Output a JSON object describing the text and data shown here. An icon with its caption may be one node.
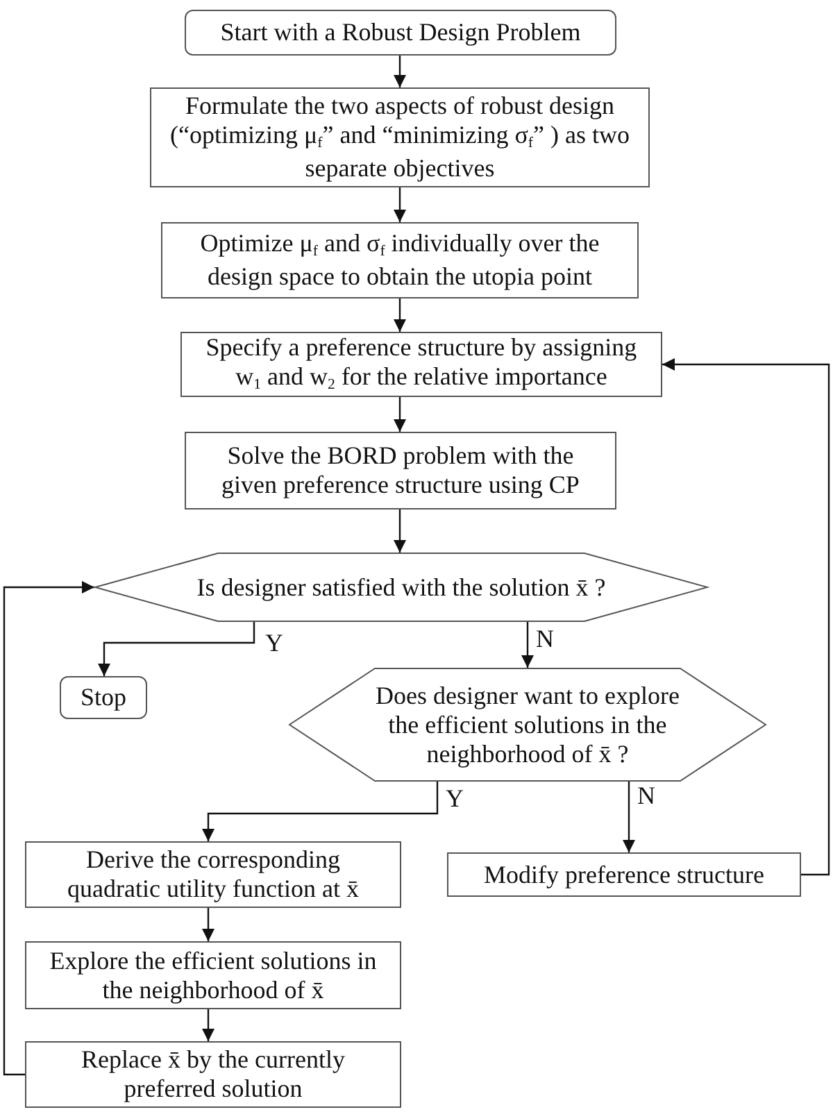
{
  "diagram": {
    "nodes": [
      {
        "text": [
          "Start with a Robust Design Problem"
        ]
      },
      {
        "text": [
          "Formulate the two aspects of robust design (“optimizing μ$_{f}$” and “minimizing σ$_{f}$” ) as two separate objectives"
        ]
      },
      {
        "text": [
          "Optimize μ$_{f}$ and σ$_{f}$ individually over the design space to obtain the utopia point"
        ]
      },
      {
        "text": [
          "Specify a preference structure by assigning w$_{1}$ and w$_{2}$ for the relative importance"
        ]
      },
      {
        "text": [
          "Solve the BORD problem with the given preference structure using CP"
        ]
      },
      {
        "text": [
          "Is designer satisfied with the solution x̄ ?"
        ]
      },
      {
        "text": [
          "Stop"
        ]
      },
      {
        "text": [
          "Does designer want to explore the efficient solutions in the neighborhood of x̄ ?"
        ]
      },
      {
        "text": [
          "Derive the corresponding quadratic utility function at x̄"
        ]
      },
      {
        "text": [
          "Modify preference structure"
        ]
      },
      {
        "text": [
          "Explore the efficient solutions in the neighborhood of x̄"
        ]
      },
      {
        "text": [
          "Replace x̄ by the currently preferred solution"
        ]
      }
    ],
    "edges": [
      {
        "from": 0,
        "to": 1,
        "arrow": "to"
      },
      {
        "from": 1,
        "to": 2,
        "arrow": "to"
      },
      {
        "from": 2,
        "to": 3,
        "arrow": "to"
      },
      {
        "from": 3,
        "to": 4,
        "arrow": "to"
      },
      {
        "from": 4,
        "to": 5,
        "arrow": "to"
      },
      {
        "from": 5,
        "to": 6,
        "arrow": "to",
        "label": "Y"
      },
      {
        "from": 5,
        "to": 7,
        "arrow": "to",
        "label": "N"
      },
      {
        "from": 7,
        "to": 8,
        "arrow": "to",
        "label": "Y"
      },
      {
        "from": 7,
        "to": 9,
        "arrow": "to",
        "label": "N"
      },
      {
        "from": 9,
        "to": 3,
        "arrow": "to"
      },
      {
        "from": 8,
        "to": 10,
        "arrow": "to"
      },
      {
        "from": 10,
        "to": 11,
        "arrow": "to"
      },
      {
        "from": 11,
        "to": 5,
        "arrow": "to"
      }
    ]
  }
}
